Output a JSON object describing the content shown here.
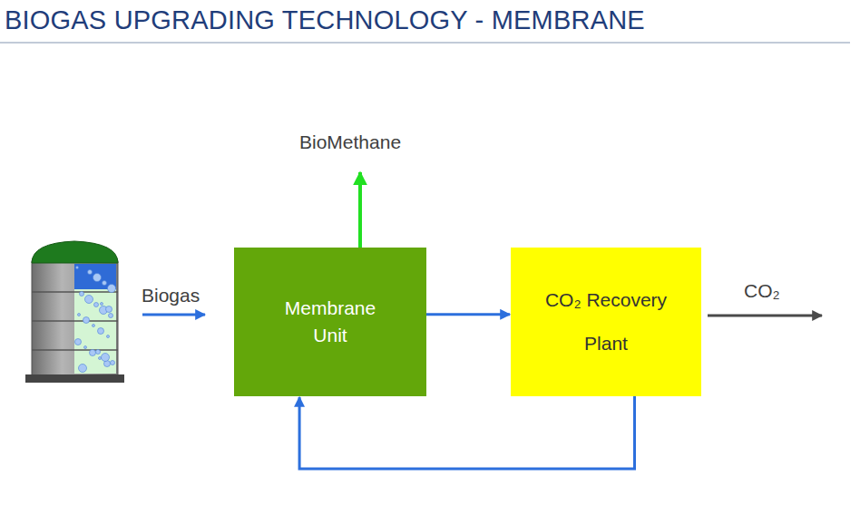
{
  "diagram": {
    "title": "BIOGAS UPGRADING TECHNOLOGY - MEMBRANE",
    "nodes": [
      {
        "text": [
          "Membrane Unit"
        ]
      },
      {
        "text": [
          "CO₂ Recovery Plant"
        ]
      }
    ],
    "edges": [
      {
        "from": 0,
        "to": 1,
        "arrow": "to"
      },
      {
        "from": 1,
        "to": 0,
        "arrow": "to"
      }
    ],
    "labels": [
      "BioMethane",
      "Biogas",
      "CO₂"
    ]
  }
}
